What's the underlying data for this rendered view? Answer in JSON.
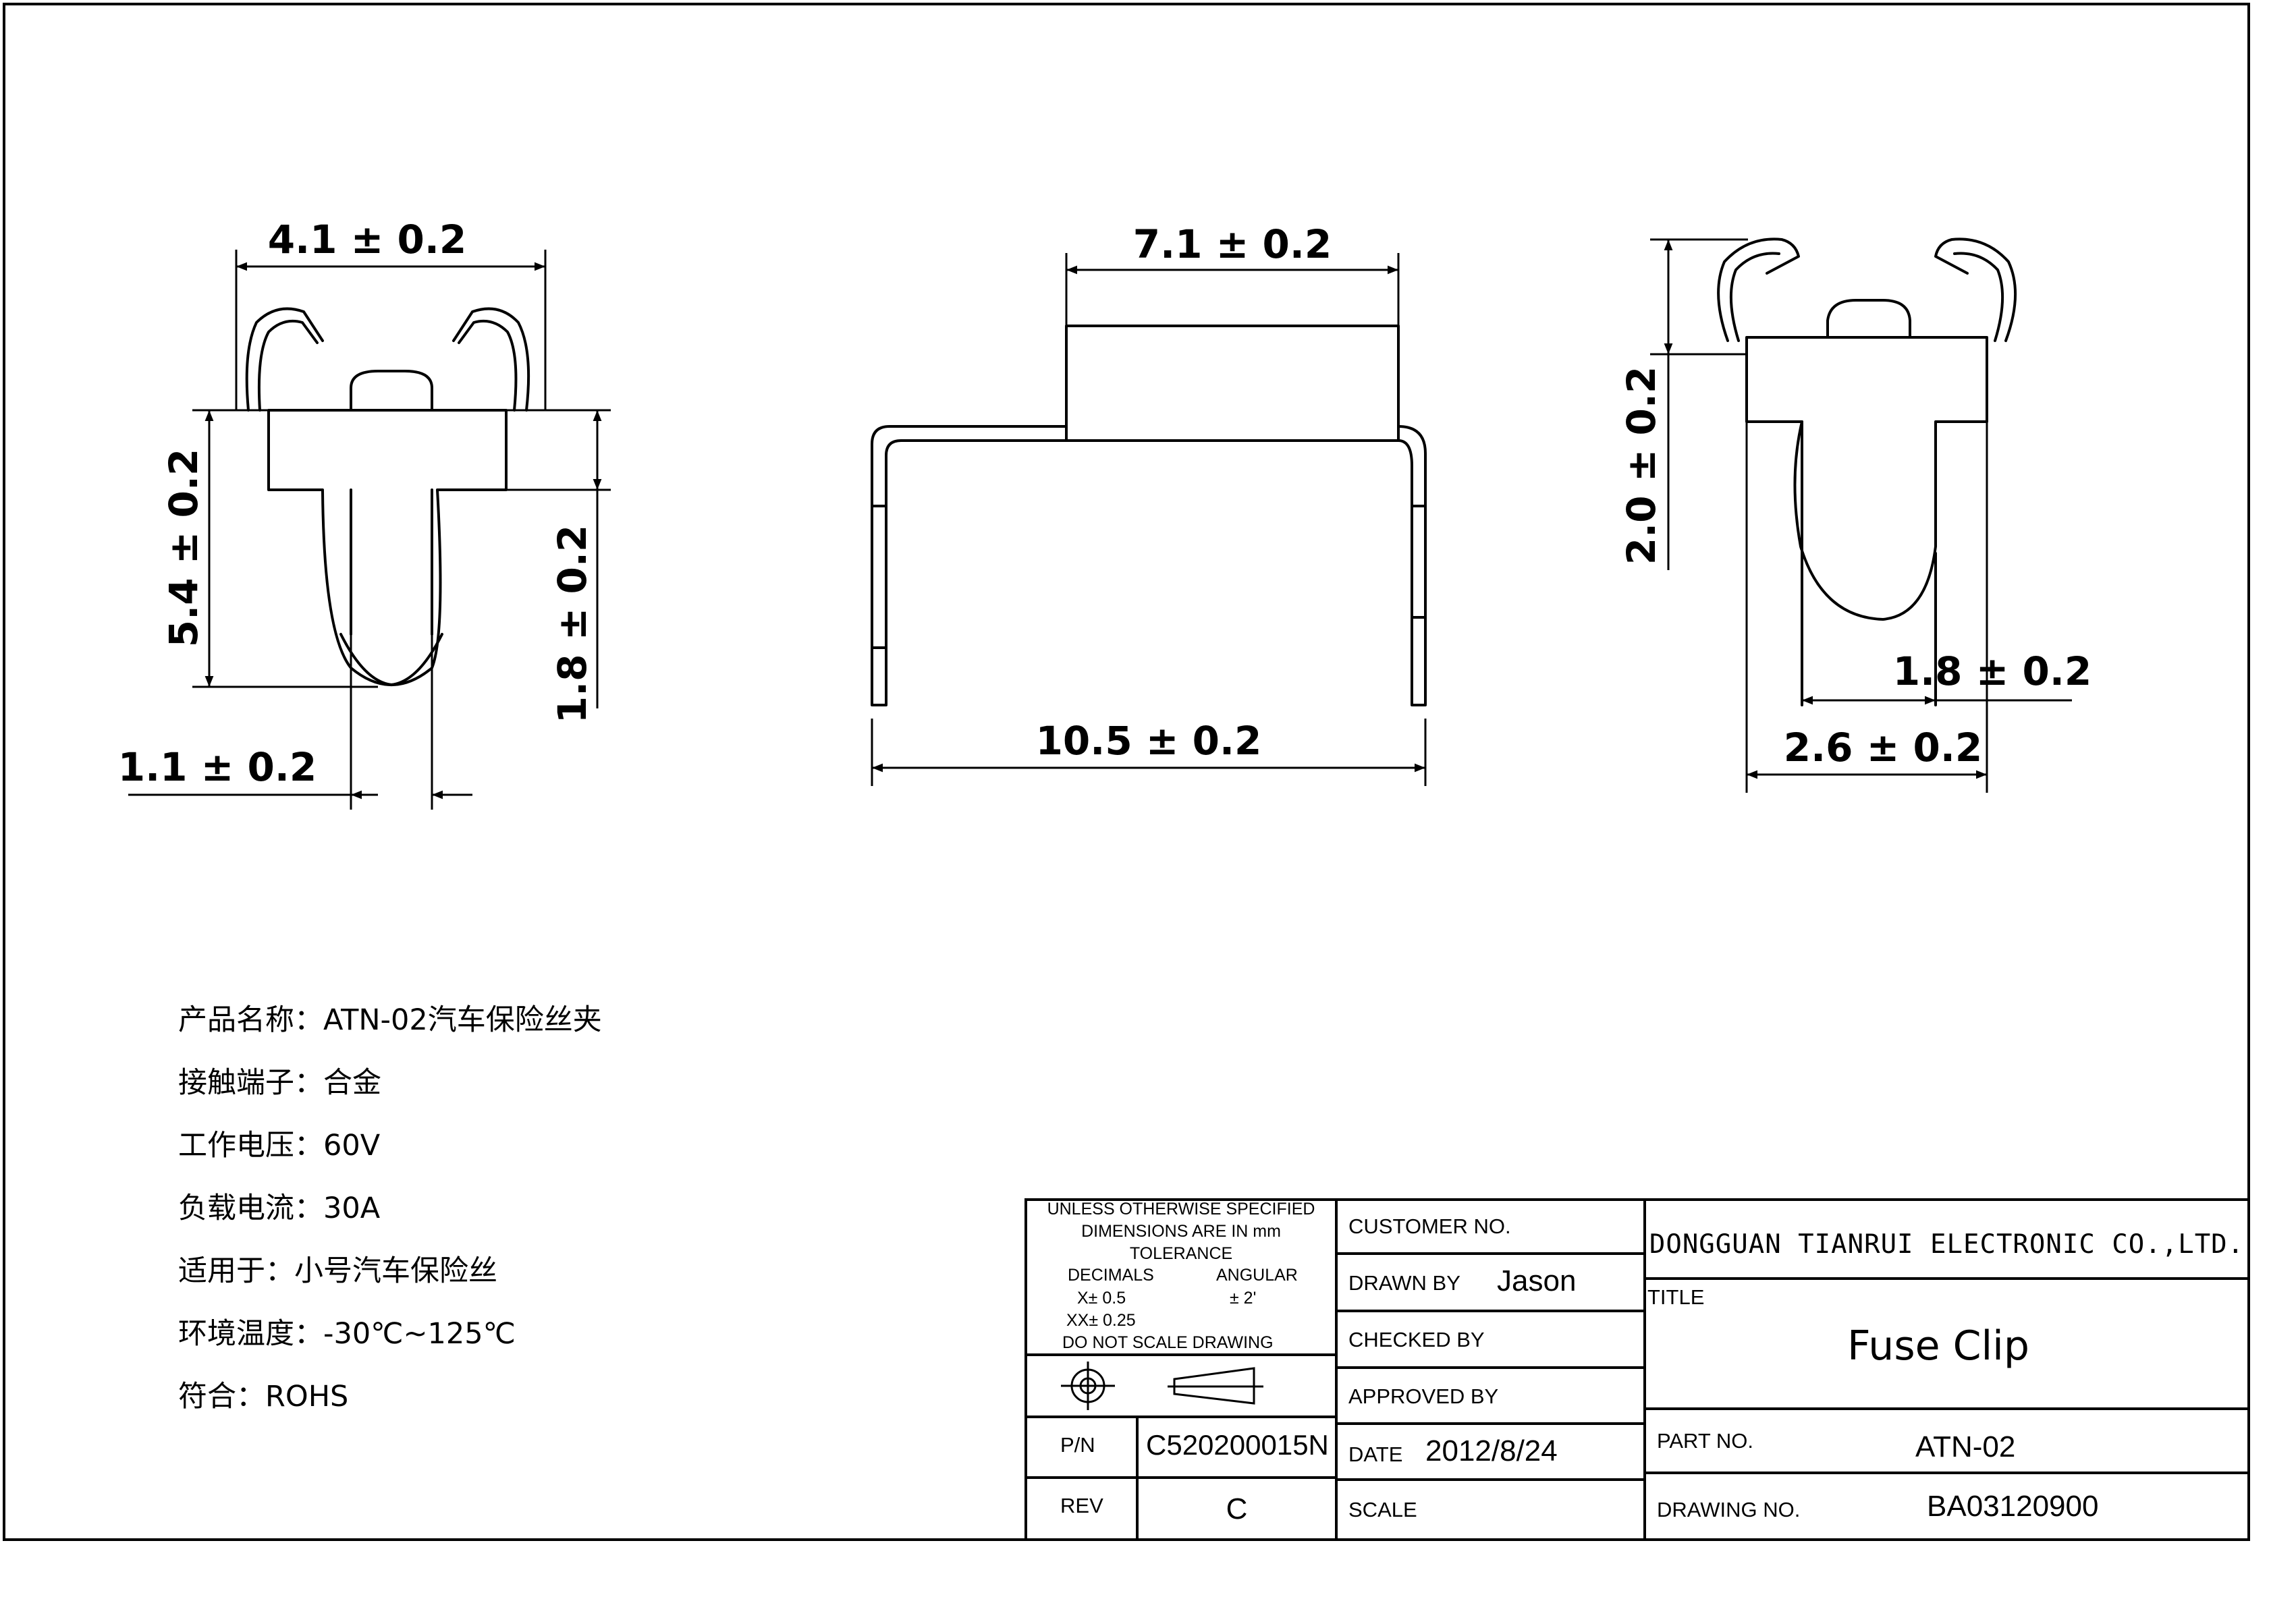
{
  "dimensions": {
    "left_width": "4.1 ± 0.2",
    "left_height": "5.4 ± 0.2",
    "left_side": "1.8 ± 0.2",
    "left_bottom": "1.1 ± 0.2",
    "middle_top": "7.1 ± 0.2",
    "middle_bottom": "10.5 ± 0.2",
    "right_height": "2.0 ± 0.2",
    "right_inner": "1.8 ± 0.2",
    "right_bottom": "2.6 ± 0.2"
  },
  "notes": [
    "产品名称：ATN-02汽车保险丝夹",
    "接触端子：合金",
    "工作电压：60V",
    "负载电流：30A",
    "适用于：小号汽车保险丝",
    "环境温度：-30℃~125℃",
    "符合：ROHS"
  ],
  "title_block": {
    "tolerance": {
      "line1": "UNLESS OTHERWISE SPECIFIED",
      "line2": "DIMENSIONS ARE IN mm",
      "line3": "TOLERANCE",
      "decimals_label": "DECIMALS",
      "angular_label": "ANGULAR",
      "x_tol": "X± 0.5",
      "angular_tol": "±  2'",
      "xx_tol": "XX± 0.25",
      "no_scale": "DO NOT SCALE DRAWING"
    },
    "pn_label": "P/N",
    "pn_value": "C520200015N",
    "rev_label": "REV",
    "rev_value": "C",
    "customer_no_label": "CUSTOMER NO.",
    "drawn_by_label": "DRAWN BY",
    "drawn_by_value": "Jason",
    "checked_by_label": "CHECKED BY",
    "approved_by_label": "APPROVED BY",
    "date_label": "DATE",
    "date_value": "2012/8/24",
    "scale_label": "SCALE",
    "company": "DONGGUAN TIANRUI ELECTRONIC CO.,LTD.",
    "title_label": "TITLE",
    "title_value": "Fuse Clip",
    "part_no_label": "PART NO.",
    "part_no_value": "ATN-02",
    "drawing_no_label": "DRAWING NO.",
    "drawing_no_value": "BA03120900"
  }
}
